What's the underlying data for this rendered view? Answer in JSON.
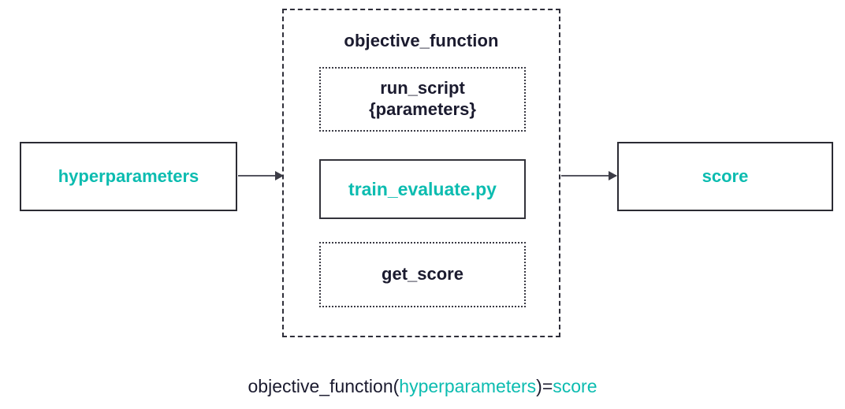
{
  "diagram": {
    "title_caption": "objective_function(hyperparameters)=score",
    "colors": {
      "teal": "#0cbcb0",
      "dark_navy": "#1b1b2f",
      "border": "#2b2b33",
      "arrow": "#55555f",
      "background": "#ffffff"
    }
  },
  "input_node": {
    "label": "hyperparameters"
  },
  "output_node": {
    "label": "score"
  },
  "container": {
    "title": "objective_function",
    "steps": [
      {
        "id": "run-script",
        "line1": "run_script",
        "line2": "{parameters}",
        "border_style": "dotted",
        "text_color": "dark"
      },
      {
        "id": "train-evaluate",
        "line1": "train_evaluate.py",
        "line2": "",
        "border_style": "solid",
        "text_color": "teal"
      },
      {
        "id": "get-score",
        "line1": "get_score",
        "line2": "",
        "border_style": "dotted",
        "text_color": "dark"
      }
    ]
  },
  "arrows": [
    {
      "id": "input-to-container",
      "from": "hyperparameters",
      "to": "objective_function"
    },
    {
      "id": "container-to-output",
      "from": "objective_function",
      "to": "score"
    }
  ],
  "formula": {
    "prefix": "objective_function(",
    "arg": "hyperparameters",
    "middle": ")=",
    "result": "score"
  }
}
